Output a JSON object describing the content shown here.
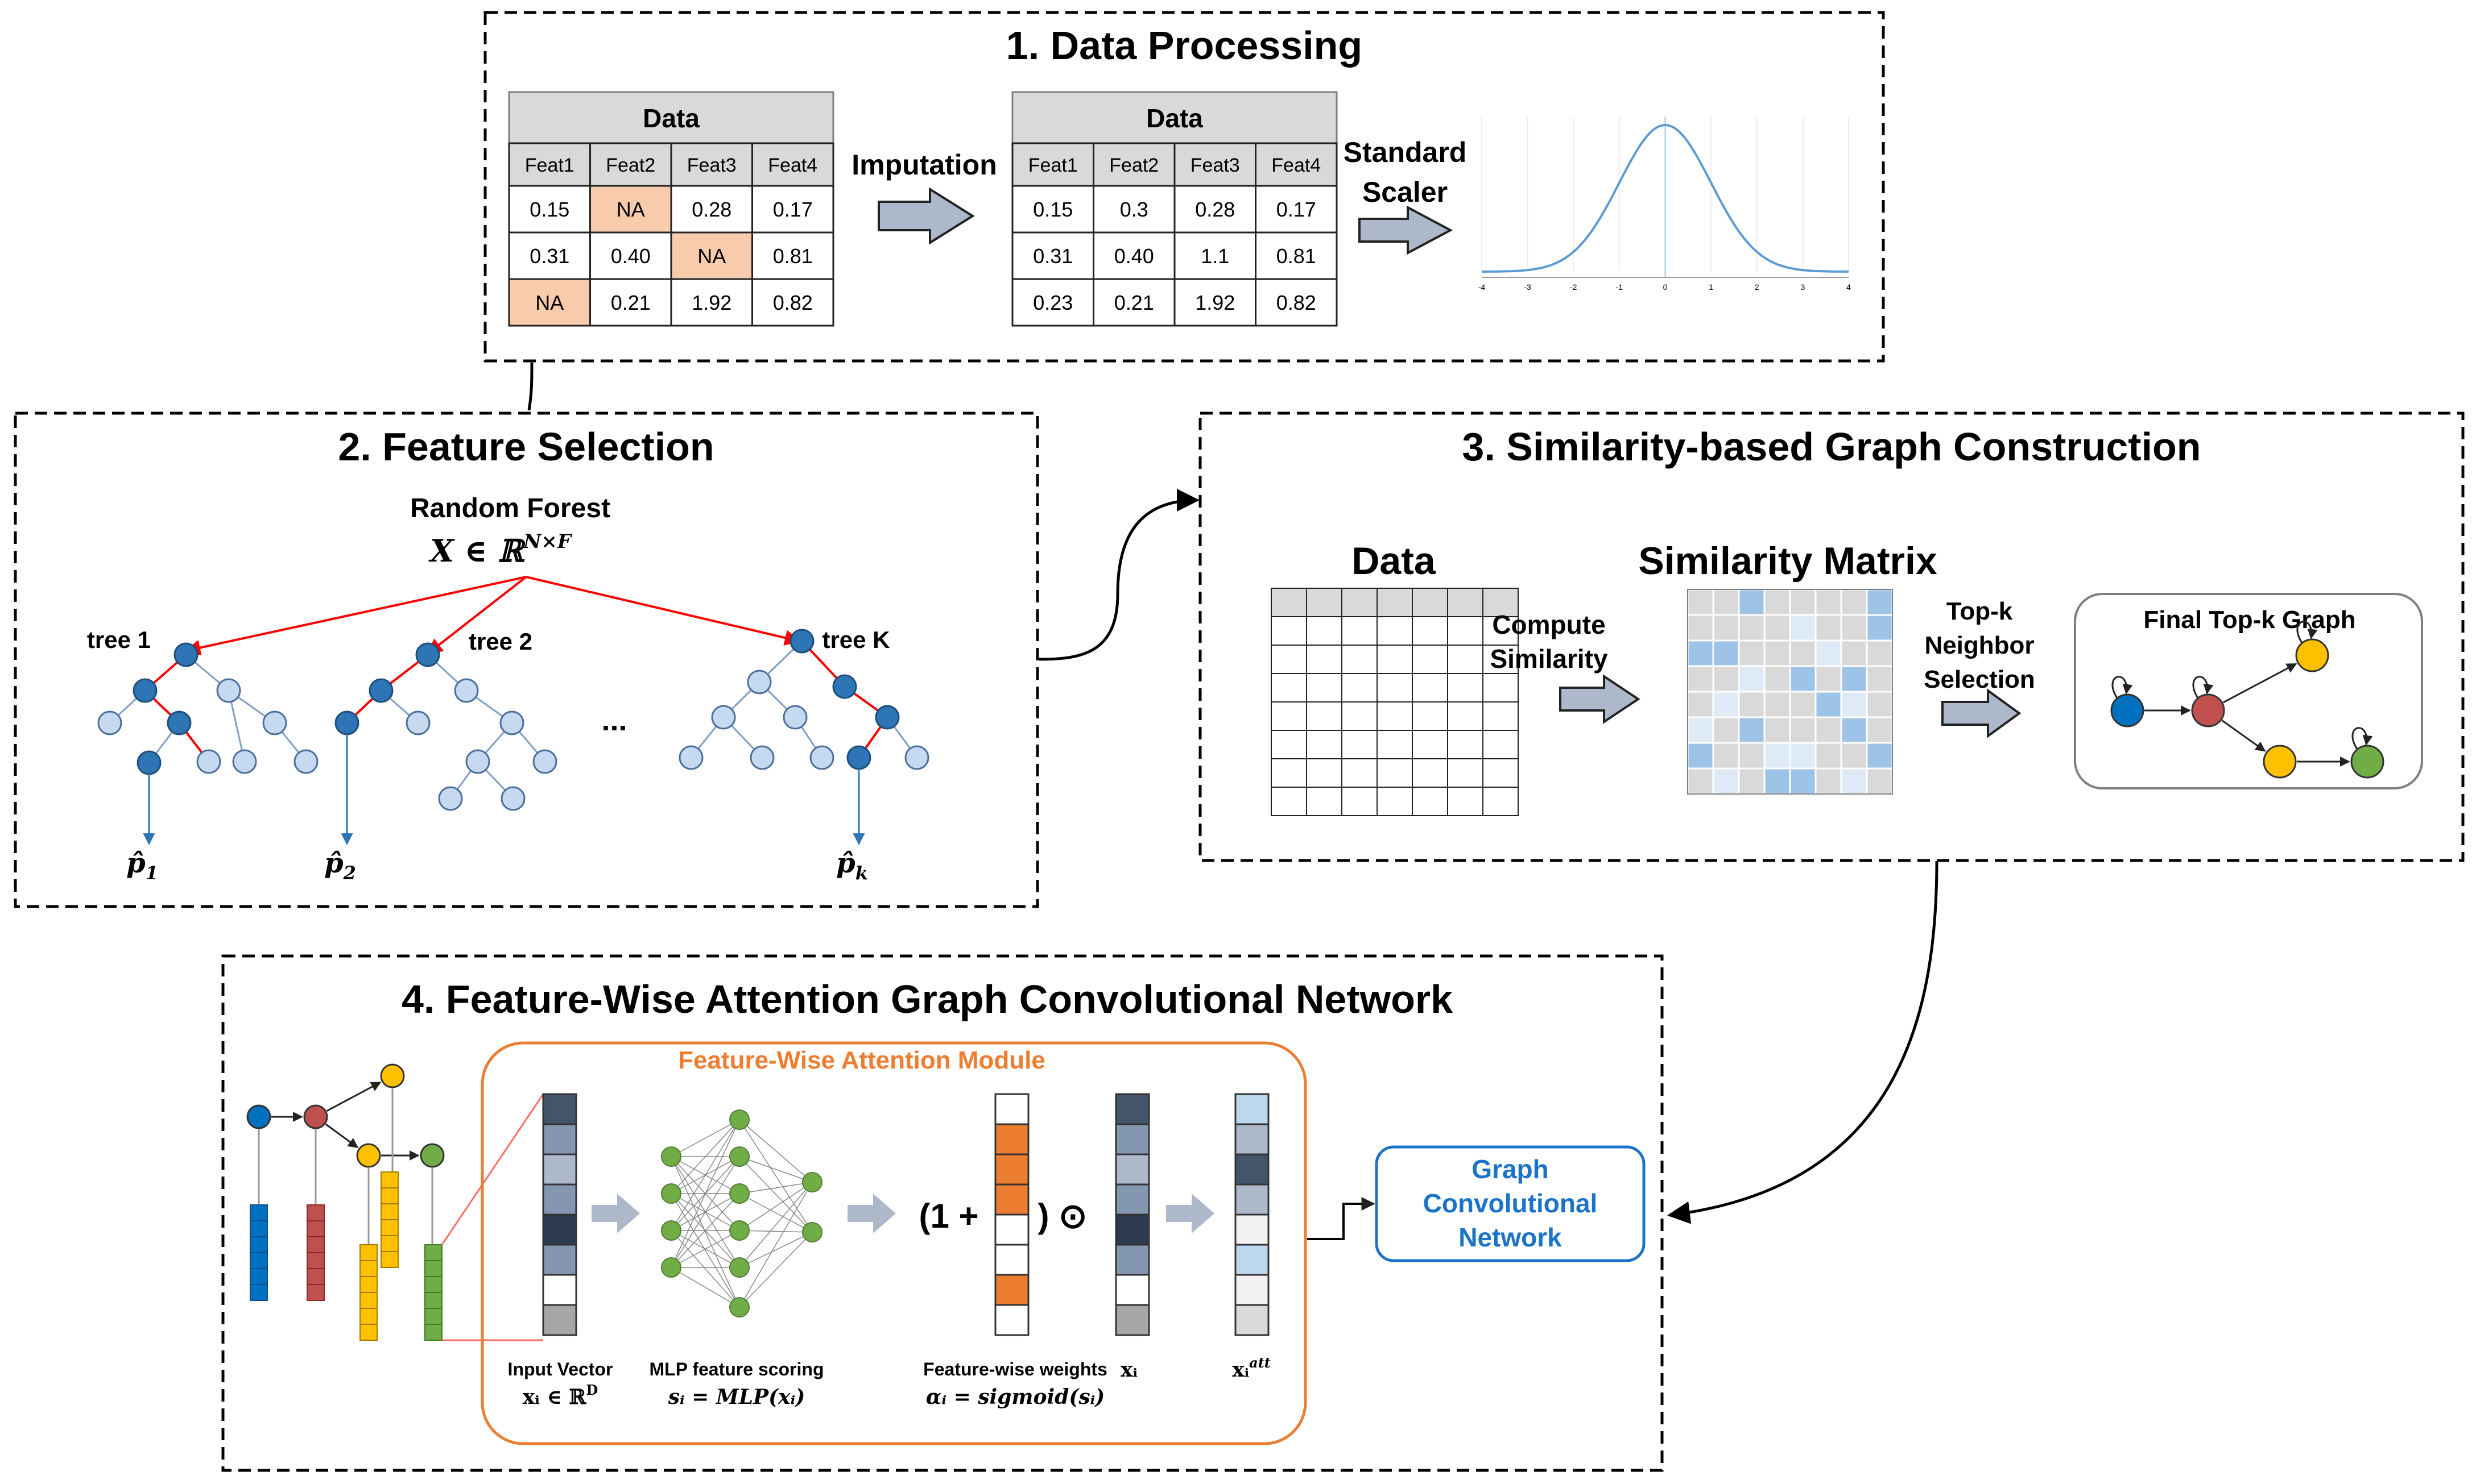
{
  "colors": {
    "na_cell": "#f8cbad",
    "header_row": "#d9d9d9",
    "arrow_fill": "#adb9ca",
    "tree_dark": "#2e75b6",
    "tree_light": "#c5d9f1",
    "red_edge": "#ff0000",
    "matrix_gray": "#d9d9d9",
    "matrix_blue": "#9dc3e6",
    "matrix_light": "#deebf7",
    "node_blue": "#0070c0",
    "node_red": "#c0504d",
    "node_yellow": "#ffc000",
    "node_green": "#70ad47",
    "orange": "#ed7d31",
    "gcn_blue": "#1a73c8"
  },
  "section1": {
    "title": "1. Data Processing",
    "table_before": {
      "caption": "Data",
      "headers": [
        "Feat1",
        "Feat2",
        "Feat3",
        "Feat4"
      ],
      "rows": [
        [
          "0.15",
          "NA",
          "0.28",
          "0.17"
        ],
        [
          "0.31",
          "0.40",
          "NA",
          "0.81"
        ],
        [
          "NA",
          "0.21",
          "1.92",
          "0.82"
        ]
      ]
    },
    "imputation_label": "Imputation",
    "table_after": {
      "caption": "Data",
      "headers": [
        "Feat1",
        "Feat2",
        "Feat3",
        "Feat4"
      ],
      "rows": [
        [
          "0.15",
          "0.3",
          "0.28",
          "0.17"
        ],
        [
          "0.31",
          "0.40",
          "1.1",
          "0.81"
        ],
        [
          "0.23",
          "0.21",
          "1.92",
          "0.82"
        ]
      ]
    },
    "scaler_label_1": "Standard",
    "scaler_label_2": "Scaler",
    "axis_ticks": [
      "-4",
      "-3",
      "-2",
      "-1",
      "0",
      "1",
      "2",
      "3",
      "4"
    ]
  },
  "section2": {
    "title": "2. Feature Selection",
    "rf_label": "Random Forest",
    "rf_math": "X ∈ ℝ",
    "rf_math_sup": "N×F",
    "tree_labels": [
      "tree 1",
      "tree 2",
      "tree K"
    ],
    "ellipsis": "...",
    "pred_labels": [
      "p̂",
      "p̂",
      "p̂"
    ],
    "pred_subs": [
      "1",
      "2",
      "k"
    ]
  },
  "section3": {
    "title": "3. Similarity-based Graph Construction",
    "data_label": "Data",
    "sim_label": "Similarity Matrix",
    "compute_1": "Compute",
    "compute_2": "Similarity",
    "topk_1": "Top-k",
    "topk_2": "Neighbor",
    "topk_3": "Selection",
    "graph_label": "Final Top-k Graph"
  },
  "section4": {
    "title": "4. Feature-Wise Attention Graph Convolutional Network",
    "module_label": "Feature-Wise Attention Module",
    "one_plus": "(1 +",
    "close_odot": ") ⊙",
    "input_caption": "Input Vector",
    "input_math": "xᵢ ∈ ℝ",
    "input_sup": "D",
    "mlp_caption": "MLP feature scoring",
    "mlp_math": "sᵢ = MLP(xᵢ)",
    "weights_caption": "Feature-wise weights",
    "weights_math": "αᵢ = sigmoid(sᵢ)",
    "x_label": "xᵢ",
    "xatt_label": "xᵢ",
    "xatt_sup": "att",
    "gcn_1": "Graph",
    "gcn_2": "Convolutional",
    "gcn_3": "Network"
  }
}
